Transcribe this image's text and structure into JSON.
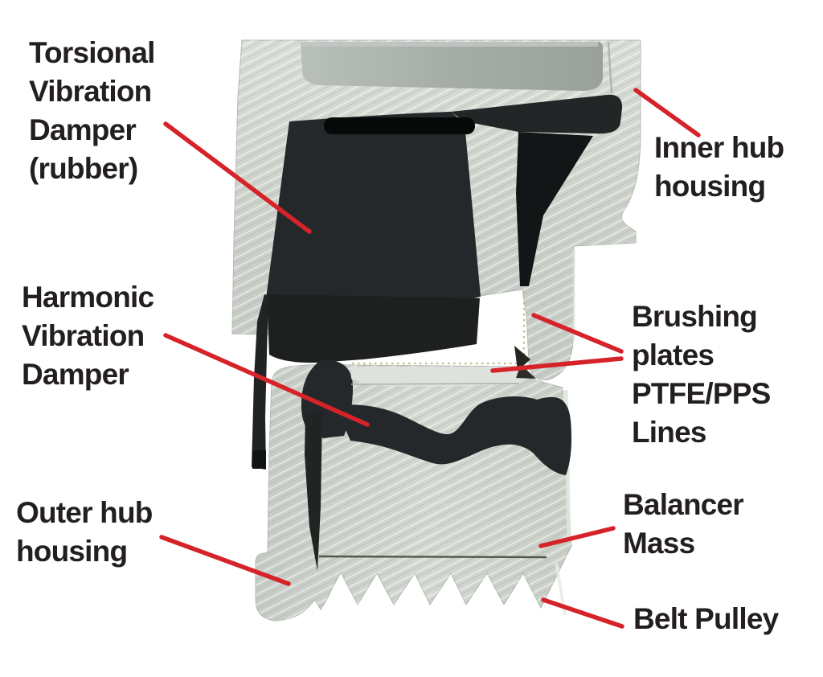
{
  "figure": {
    "description_visible": "Cross-section photograph of a crankshaft pulley with vibration dampers, annotated with red leader lines"
  },
  "colors": {
    "background": "#ffffff",
    "leader_red": "#d6232a",
    "label_text": "#231f20",
    "metal_light": "#dde1da",
    "metal_mid": "#c9cfc8",
    "metal_dark": "#a9afab",
    "panel_gray": "#a6aca8",
    "rubber_dark": "#24282a",
    "rubber_black": "#070808",
    "ptfe_line_tan": "#c7b684",
    "pale_green_edge": "#dfe8dc"
  },
  "labels": {
    "torsional": {
      "text": "Torsional Vibration Damper (rubber)",
      "l1": "Torsional",
      "l2": "Vibration",
      "l3": "Damper",
      "l4": "(rubber)"
    },
    "inner_hub": {
      "text": "Inner hub housing",
      "l1": "Inner hub",
      "l2": "housing"
    },
    "harmonic": {
      "text": "Harmonic Vibration Damper",
      "l1": "Harmonic",
      "l2": "Vibration",
      "l3": "Damper"
    },
    "brushing": {
      "text": "Brushing plates PTFE/PPS Lines",
      "l1": "Brushing",
      "l2": "plates",
      "l3": "PTFE/PPS",
      "l4": "Lines"
    },
    "outer_hub": {
      "text": "Outer hub housing",
      "l1": "Outer hub",
      "l2": "housing"
    },
    "balancer": {
      "text": "Balancer Mass",
      "l1": "Balancer",
      "l2": "Mass"
    },
    "belt_pulley": {
      "text": "Belt Pulley",
      "l1": "Belt Pulley"
    }
  }
}
